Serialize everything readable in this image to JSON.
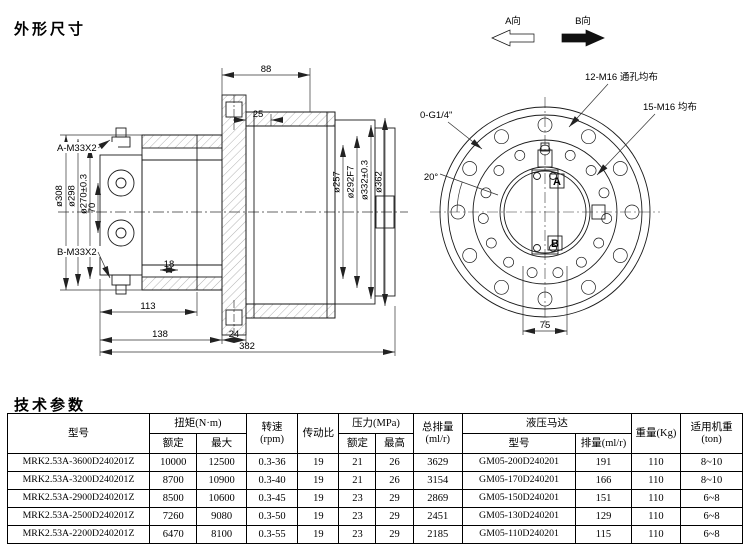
{
  "titles": {
    "outline": "外形尺寸",
    "specs": "技术参数"
  },
  "side_view": {
    "dim88": "88",
    "dim25": "25",
    "dia308": "ø308",
    "dia298": "ø298",
    "dia270": "ø270±0.3",
    "dim70": "70",
    "dia257": "ø257",
    "dia292": "ø292F7",
    "dia332": "ø332±0.3",
    "dia362": "ø362",
    "dim113": "113",
    "dim138": "138",
    "dim24": "24",
    "dim382": "382",
    "dim18": "18",
    "port_a": "A-M33X2",
    "port_b": "B-M33X2"
  },
  "front_view": {
    "view_a": "A向",
    "view_b": "B向",
    "outer_bolts": "12-M16 通孔均布",
    "drain_port": "0-G1/4\"",
    "inner_bolts": "15-M16 均布",
    "angle": "20°",
    "dim75": "75",
    "port_a": "A",
    "port_b": "B"
  },
  "table": {
    "headers": {
      "model": "型号",
      "torque": "扭矩(N·m)",
      "torque_rated": "额定",
      "torque_max": "最大",
      "speed": "转速",
      "speed_unit": "(rpm)",
      "ratio": "传动比",
      "pressure": "压力(MPa)",
      "pressure_rated": "额定",
      "pressure_max": "最高",
      "displacement": "总排量",
      "displacement_unit": "(ml/r)",
      "motor": "液压马达",
      "motor_model": "型号",
      "motor_displacement": "排量(ml/r)",
      "weight": "重量(Kg)",
      "machine_weight": "适用机重(ton)"
    },
    "rows": [
      [
        "MRK2.53A-3600D240201Z",
        "10000",
        "12500",
        "0.3-36",
        "19",
        "21",
        "26",
        "3629",
        "GM05-200D240201",
        "191",
        "110",
        "8~10"
      ],
      [
        "MRK2.53A-3200D240201Z",
        "8700",
        "10900",
        "0.3-40",
        "19",
        "21",
        "26",
        "3154",
        "GM05-170D240201",
        "166",
        "110",
        "8~10"
      ],
      [
        "MRK2.53A-2900D240201Z",
        "8500",
        "10600",
        "0.3-45",
        "19",
        "23",
        "29",
        "2869",
        "GM05-150D240201",
        "151",
        "110",
        "6~8"
      ],
      [
        "MRK2.53A-2500D240201Z",
        "7260",
        "9080",
        "0.3-50",
        "19",
        "23",
        "29",
        "2451",
        "GM05-130D240201",
        "129",
        "110",
        "6~8"
      ],
      [
        "MRK2.53A-2200D240201Z",
        "6470",
        "8100",
        "0.3-55",
        "19",
        "23",
        "29",
        "2185",
        "GM05-110D240201",
        "115",
        "110",
        "6~8"
      ]
    ]
  }
}
